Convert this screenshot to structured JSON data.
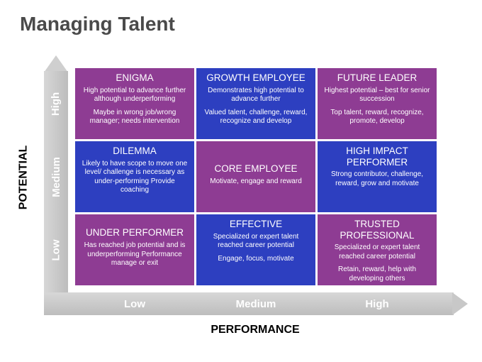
{
  "title": "Managing Talent",
  "axes": {
    "y_title": "POTENTIAL",
    "x_title": "PERFORMANCE",
    "y_levels": [
      "High",
      "Medium",
      "Low"
    ],
    "x_levels": [
      "Low",
      "Medium",
      "High"
    ]
  },
  "colors": {
    "purple": "#8e3c93",
    "blue": "#2d3fc0",
    "arrow": "#c8c8c8"
  },
  "cells": [
    {
      "title": "ENIGMA",
      "lines": [
        "High potential to advance further although underperforming",
        "Maybe in wrong job/wrong manager; needs intervention"
      ],
      "color": "purple"
    },
    {
      "title": "GROWTH EMPLOYEE",
      "lines": [
        "Demonstrates high potential to advance further",
        "Valued talent, challenge, reward, recognize and develop"
      ],
      "color": "blue"
    },
    {
      "title": "FUTURE LEADER",
      "lines": [
        "Highest potential – best for senior succession",
        "Top talent, reward, recognize, promote, develop"
      ],
      "color": "purple"
    },
    {
      "title": "DILEMMA",
      "lines": [
        "Likely to have scope to move one level/ challenge is necessary as under-performing Provide coaching"
      ],
      "color": "blue"
    },
    {
      "title": "CORE EMPLOYEE",
      "lines": [
        "Motivate, engage and reward"
      ],
      "color": "purple"
    },
    {
      "title": "HIGH IMPACT PERFORMER",
      "lines": [
        "Strong contributor, challenge, reward, grow and motivate"
      ],
      "color": "blue"
    },
    {
      "title": "UNDER PERFORMER",
      "lines": [
        "Has reached job potential and is underperforming Performance manage or exit"
      ],
      "color": "purple"
    },
    {
      "title": "EFFECTIVE",
      "lines": [
        "Specialized or expert talent reached career potential",
        "Engage, focus, motivate"
      ],
      "color": "blue"
    },
    {
      "title": "TRUSTED PROFESSIONAL",
      "lines": [
        "Specialized or expert talent reached career potential",
        "Retain, reward, help with developing others"
      ],
      "color": "purple"
    }
  ]
}
